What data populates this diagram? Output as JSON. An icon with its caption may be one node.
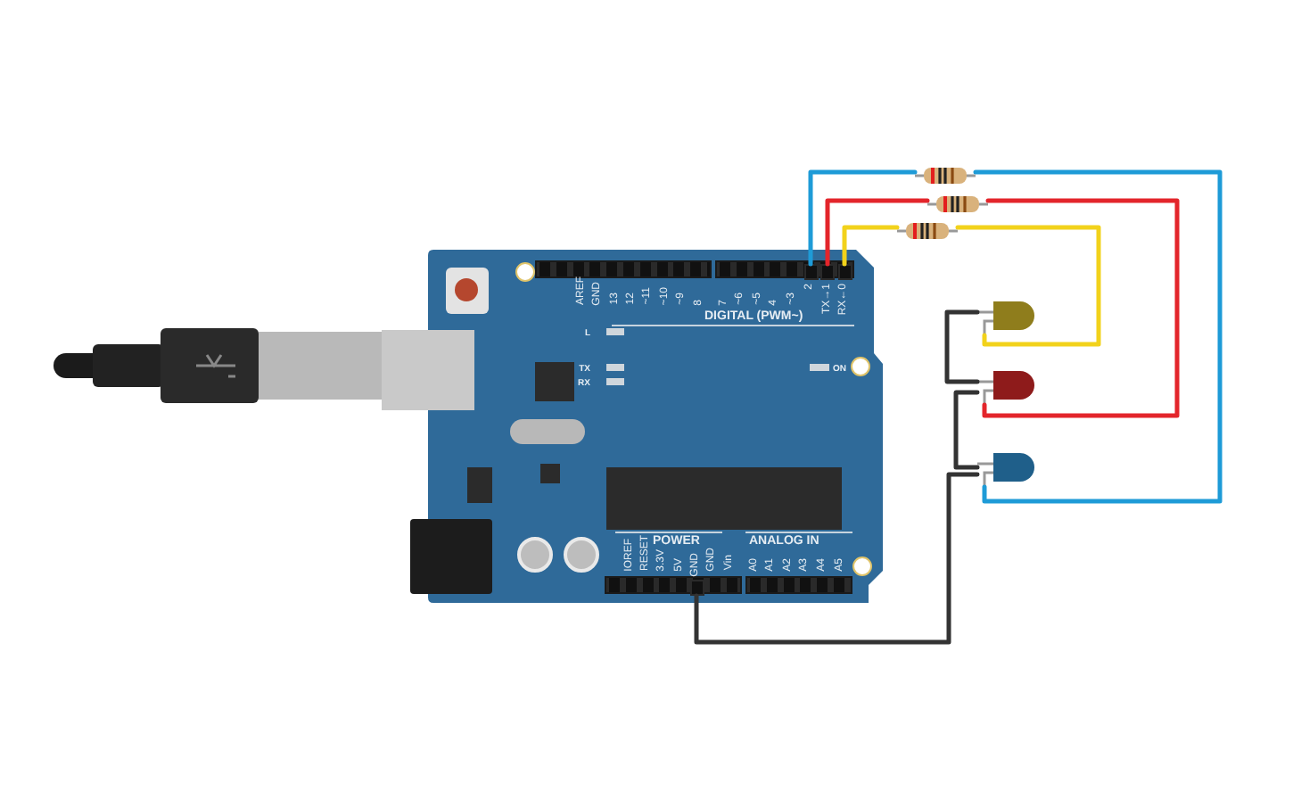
{
  "diagram": {
    "nodes": [
      {
        "text": [],
        "shape": "board"
      },
      {
        "text": [
          "2"
        ],
        "in": 0
      },
      {
        "text": [
          "TX→1"
        ],
        "in": 0
      },
      {
        "text": [
          "RX←0"
        ],
        "in": 0
      },
      {
        "text": [
          "GND"
        ],
        "in": 0
      },
      {
        "text": [],
        "shape": "resistor"
      },
      {
        "text": [],
        "shape": "resistor"
      },
      {
        "text": [],
        "shape": "resistor"
      },
      {
        "text": [],
        "shape": "led"
      },
      {
        "text": [],
        "shape": "led"
      },
      {
        "text": [],
        "shape": "led"
      },
      {
        "text": [],
        "shape": "chip",
        "in": 0
      }
    ],
    "edges": [
      {
        "from": 1,
        "to": 5,
        "arrow": "none",
        "color": "#1e9bd7"
      },
      {
        "from": 5,
        "to": 10,
        "arrow": "none",
        "color": "#1e9bd7"
      },
      {
        "from": 2,
        "to": 6,
        "arrow": "none",
        "color": "#e3252b"
      },
      {
        "from": 6,
        "to": 9,
        "arrow": "none",
        "color": "#e3252b"
      },
      {
        "from": 3,
        "to": 7,
        "arrow": "none",
        "color": "#f2d21b"
      },
      {
        "from": 7,
        "to": 8,
        "arrow": "none",
        "color": "#f2d21b"
      },
      {
        "from": 8,
        "to": 9,
        "arrow": "none",
        "color": "#333333"
      },
      {
        "from": 9,
        "to": 10,
        "arrow": "none",
        "color": "#333333"
      },
      {
        "from": 10,
        "to": 4,
        "arrow": "none",
        "color": "#333333"
      }
    ],
    "labels": [
      "AREF",
      "GND",
      "13",
      "12",
      "~11",
      "~10",
      "~9",
      "8",
      "7",
      "~6",
      "~5",
      "4",
      "~3",
      "DIGITAL (PWM~)",
      "L",
      "TX",
      "RX",
      "ON",
      "POWER",
      "ANALOG IN",
      "IOREF",
      "RESET",
      "3.3V",
      "5V",
      "GND",
      "Vin",
      "A0",
      "A1",
      "A2",
      "A3",
      "A4",
      "A5"
    ]
  }
}
